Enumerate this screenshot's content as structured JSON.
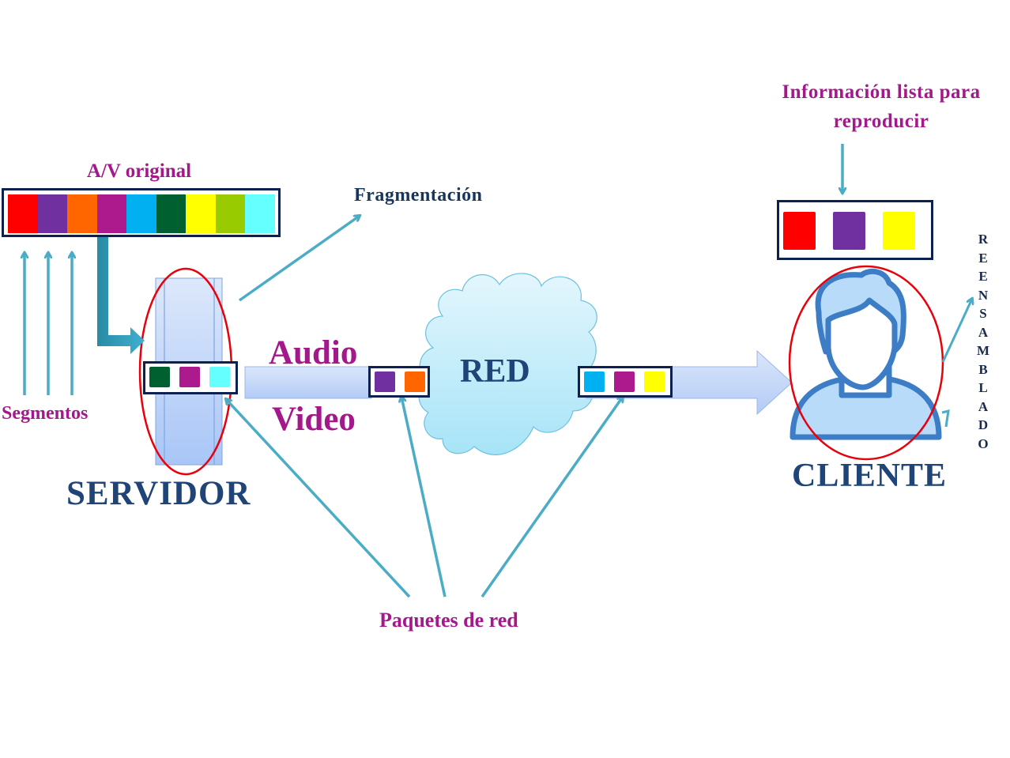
{
  "labels": {
    "av_original": "A/V original",
    "fragmentacion": "Fragmentación",
    "segmentos": "Segmentos",
    "servidor": "SERVIDOR",
    "audio": "Audio",
    "video": "Video",
    "red": "RED",
    "cliente": "CLIENTE",
    "info_line1": "Información lista para",
    "info_line2": "reproducir",
    "paquetes": "Paquetes de red",
    "reensamblado_letters": [
      "R",
      "E",
      "E",
      "N",
      "S",
      "A",
      "M",
      "B",
      "L",
      "A",
      "D",
      "O"
    ]
  },
  "colors": {
    "red": "#ff0000",
    "purple": "#7030a0",
    "orange": "#ff6600",
    "magenta": "#ad1a8e",
    "sky": "#00b0f0",
    "darkgreen": "#006030",
    "yellow": "#ffff00",
    "lime": "#99cc00",
    "cyan": "#66ffff",
    "arrow": "#4bacc6",
    "ellipse": "#e8000b",
    "box_border": "#0d2150"
  },
  "av_original_segments": [
    "red",
    "purple",
    "orange",
    "magenta",
    "sky",
    "darkgreen",
    "yellow",
    "lime",
    "cyan"
  ],
  "server_packet": [
    "darkgreen",
    "magenta",
    "cyan"
  ],
  "packet_before_network": [
    "purple",
    "orange"
  ],
  "packet_after_network": [
    "sky",
    "magenta",
    "yellow"
  ],
  "client_buffer": [
    "red",
    "purple",
    "yellow"
  ]
}
